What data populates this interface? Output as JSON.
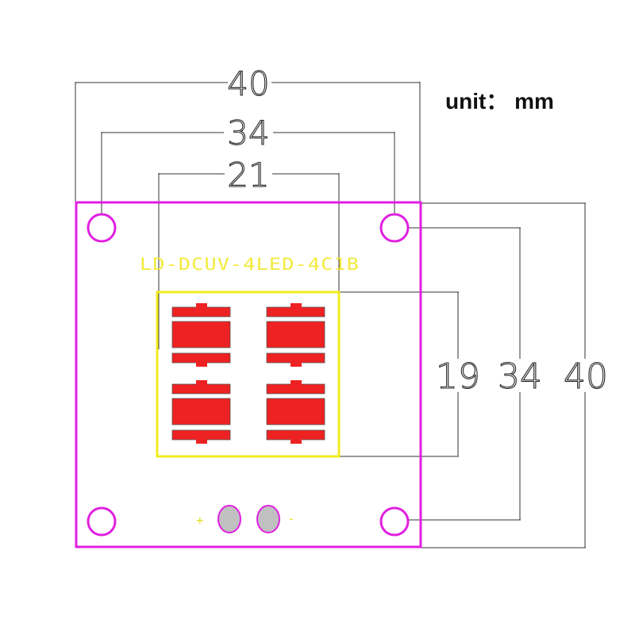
{
  "unit_label": "unit： mm",
  "pcb_label": "LD-DCUV-4LED-4C1B",
  "dimensions": {
    "width_outer": "40",
    "width_holes": "34",
    "width_emitter": "21",
    "height_emitter": "19",
    "height_holes": "34",
    "height_outer": "40"
  },
  "polarity": {
    "plus": "+",
    "minus": "-"
  },
  "colors": {
    "board_outline": "#e020e0",
    "mounting_hole": "#e020e0",
    "emitter_outline": "#f0ec20",
    "led_pad": "#ee2222",
    "silkscreen": "#f2ea3a",
    "solder_pad": "#c0c0c0",
    "dimension_line": "#333333"
  },
  "icons": [
    "mounting-hole-icon",
    "led-chip-icon",
    "solder-pad-icon"
  ]
}
